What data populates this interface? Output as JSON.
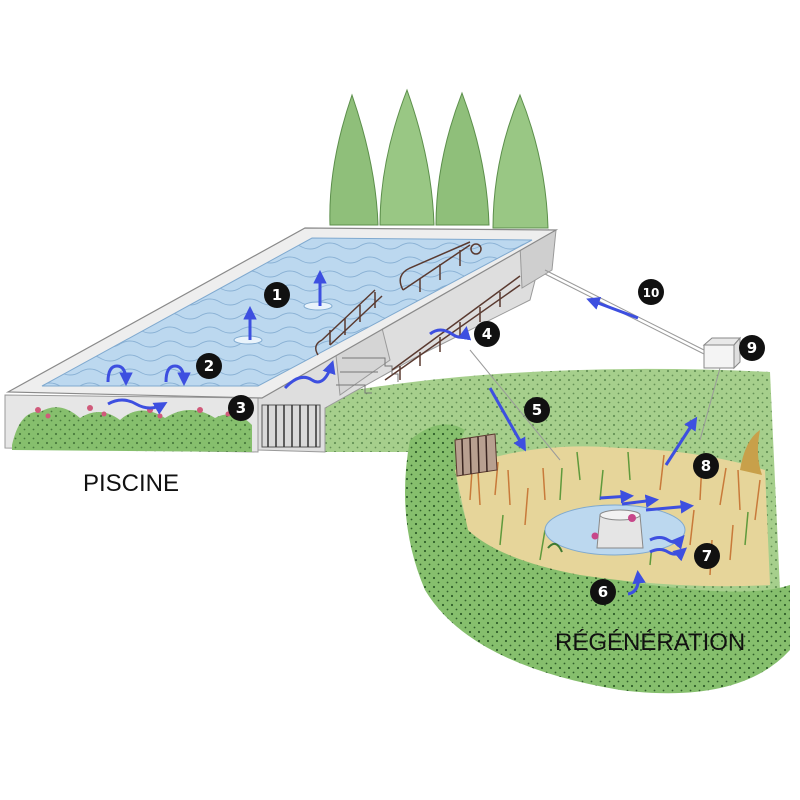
{
  "labels": {
    "pool": "PISCINE",
    "regeneration": "RÉGÉNÉRATION"
  },
  "markers": [
    "1",
    "2",
    "3",
    "4",
    "5",
    "6",
    "7",
    "8",
    "9",
    "10"
  ],
  "colors": {
    "water": "#bcd8ef",
    "arrow": "#3d4fe0",
    "grass": "#a6cf8c",
    "hedge": "#5f9a4a",
    "stone": "#dedede",
    "marker": "#111111"
  }
}
